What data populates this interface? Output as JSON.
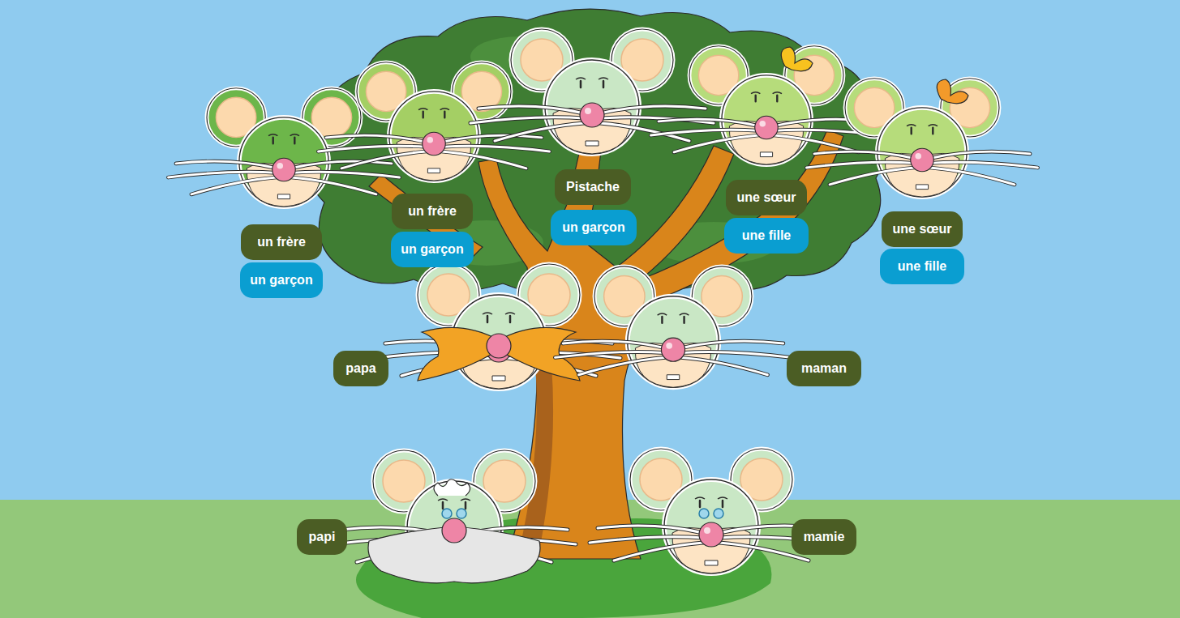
{
  "diagram": {
    "nodes": [
      {
        "text": [
          "un frère"
        ]
      },
      {
        "text": [
          "un garçon"
        ]
      },
      {
        "text": [
          "un frère"
        ]
      },
      {
        "text": [
          "un garçon"
        ]
      },
      {
        "text": [
          "Pistache"
        ]
      },
      {
        "text": [
          "un garçon"
        ]
      },
      {
        "text": [
          "une sœur"
        ]
      },
      {
        "text": [
          "une fille"
        ]
      },
      {
        "text": [
          "une sœur"
        ]
      },
      {
        "text": [
          "une fille"
        ]
      },
      {
        "text": [
          "papa"
        ]
      },
      {
        "text": [
          "maman"
        ]
      },
      {
        "text": [
          "papi"
        ]
      },
      {
        "text": [
          "mamie"
        ]
      }
    ]
  }
}
